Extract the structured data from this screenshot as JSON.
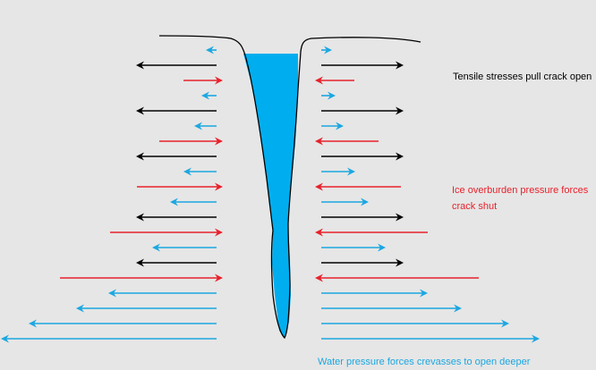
{
  "labels": {
    "tensile": "Tensile stresses pull crack open",
    "overburden_line1": "Ice overburden pressure forces",
    "overburden_line2": "crack shut",
    "water": "Water pressure forces crevasses to open deeper"
  },
  "colors": {
    "background": "#e6e6e6",
    "tensile": "#000000",
    "overburden": "#e8212b",
    "water": "#1aa7e1",
    "water_fill": "#00aeef"
  }
}
